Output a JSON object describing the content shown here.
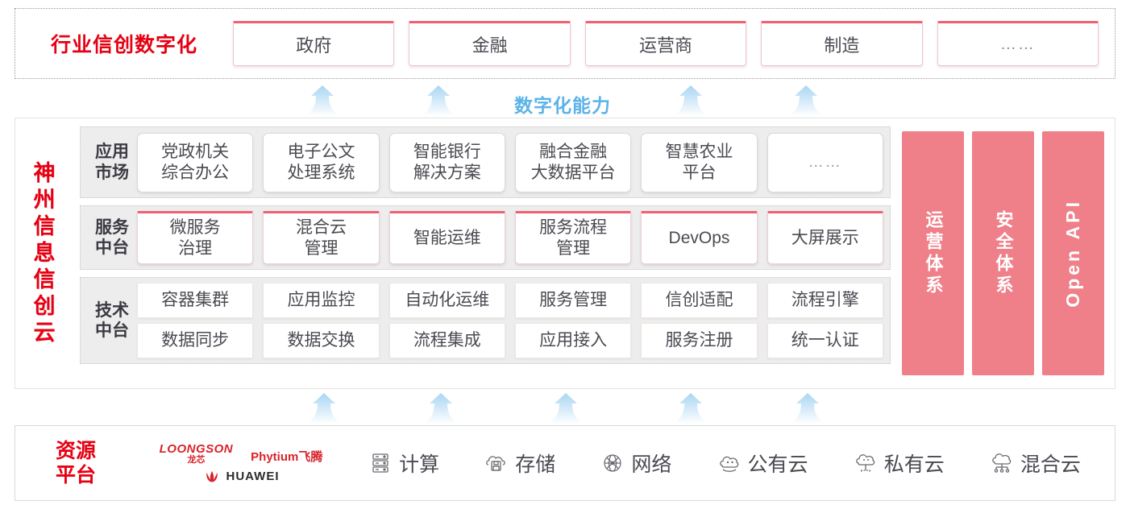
{
  "colors": {
    "brand_red": "#e60012",
    "pillar_pink": "#ef8089",
    "card_accent": "#ef6172",
    "arrow_blue": "#aed9f2",
    "capability_blue": "#5cb3e8",
    "panel_gray": "#ededed"
  },
  "industry": {
    "title": "行业信创数字化",
    "cards": [
      {
        "label": "政府"
      },
      {
        "label": "金融"
      },
      {
        "label": "运营商"
      },
      {
        "label": "制造"
      },
      {
        "label": "……"
      }
    ]
  },
  "capability": {
    "label": "数字化能力"
  },
  "cloud": {
    "title": "神州信息信创云",
    "title_chars": [
      "神",
      "州",
      "信",
      "息",
      "信",
      "创",
      "云"
    ],
    "rows": [
      {
        "key": "app-market",
        "label": "应用市场",
        "label_lines": [
          "应用",
          "市场"
        ],
        "cells": [
          {
            "label": "党政机关\n综合办公",
            "lines": [
              "党政机关",
              "综合办公"
            ]
          },
          {
            "label": "电子公文\n处理系统",
            "lines": [
              "电子公文",
              "处理系统"
            ]
          },
          {
            "label": "智能银行\n解决方案",
            "lines": [
              "智能银行",
              "解决方案"
            ]
          },
          {
            "label": "融合金融\n大数据平台",
            "lines": [
              "融合金融",
              "大数据平台"
            ]
          },
          {
            "label": "智慧农业\n平台",
            "lines": [
              "智慧农业",
              "平台"
            ]
          },
          {
            "label": "……",
            "lines": [
              "……"
            ],
            "is_dots": true
          }
        ]
      },
      {
        "key": "service-platform",
        "label": "服务中台",
        "label_lines": [
          "服务",
          "中台"
        ],
        "cells": [
          {
            "label": "微服务\n治理",
            "lines": [
              "微服务",
              "治理"
            ]
          },
          {
            "label": "混合云\n管理",
            "lines": [
              "混合云",
              "管理"
            ]
          },
          {
            "label": "智能运维",
            "lines": [
              "智能运维"
            ]
          },
          {
            "label": "服务流程\n管理",
            "lines": [
              "服务流程",
              "管理"
            ]
          },
          {
            "label": "DevOps",
            "lines": [
              "DevOps"
            ]
          },
          {
            "label": "大屏展示",
            "lines": [
              "大屏展示"
            ]
          }
        ]
      },
      {
        "key": "tech-platform",
        "label": "技术中台",
        "label_lines": [
          "技术",
          "中台"
        ],
        "cells_line1": [
          {
            "label": "容器集群"
          },
          {
            "label": "应用监控"
          },
          {
            "label": "自动化运维"
          },
          {
            "label": "服务管理"
          },
          {
            "label": "信创适配"
          },
          {
            "label": "流程引擎"
          }
        ],
        "cells_line2": [
          {
            "label": "数据同步"
          },
          {
            "label": "数据交换"
          },
          {
            "label": "流程集成"
          },
          {
            "label": "应用接入"
          },
          {
            "label": "服务注册"
          },
          {
            "label": "统一认证"
          }
        ]
      }
    ],
    "pillars": [
      {
        "label": "运营体系",
        "latin": false
      },
      {
        "label": "安全体系",
        "latin": false
      },
      {
        "label": "Open API",
        "latin": true
      }
    ]
  },
  "resource": {
    "title": "资源平台",
    "title_lines": [
      "资源",
      "平台"
    ],
    "vendors": [
      {
        "name_en": "LOONGSON",
        "name_cn": "龙芯",
        "icon": "loongson-logo"
      },
      {
        "name_en": "Phytium",
        "name_cn": "飞腾",
        "icon": "phytium-logo"
      },
      {
        "name_en": "HUAWEI",
        "name_cn": "",
        "icon": "huawei-logo"
      }
    ],
    "items": [
      {
        "label": "计算",
        "icon": "server-icon"
      },
      {
        "label": "存储",
        "icon": "cloud-storage-icon"
      },
      {
        "label": "网络",
        "icon": "network-globe-icon"
      },
      {
        "label": "公有云",
        "icon": "public-cloud-icon"
      },
      {
        "label": "私有云",
        "icon": "private-cloud-icon"
      },
      {
        "label": "混合云",
        "icon": "hybrid-cloud-icon"
      }
    ]
  },
  "arrows": {
    "top_row": [
      398,
      542,
      855,
      998
    ],
    "bottom_row": [
      400,
      545,
      700,
      855,
      1000
    ]
  }
}
